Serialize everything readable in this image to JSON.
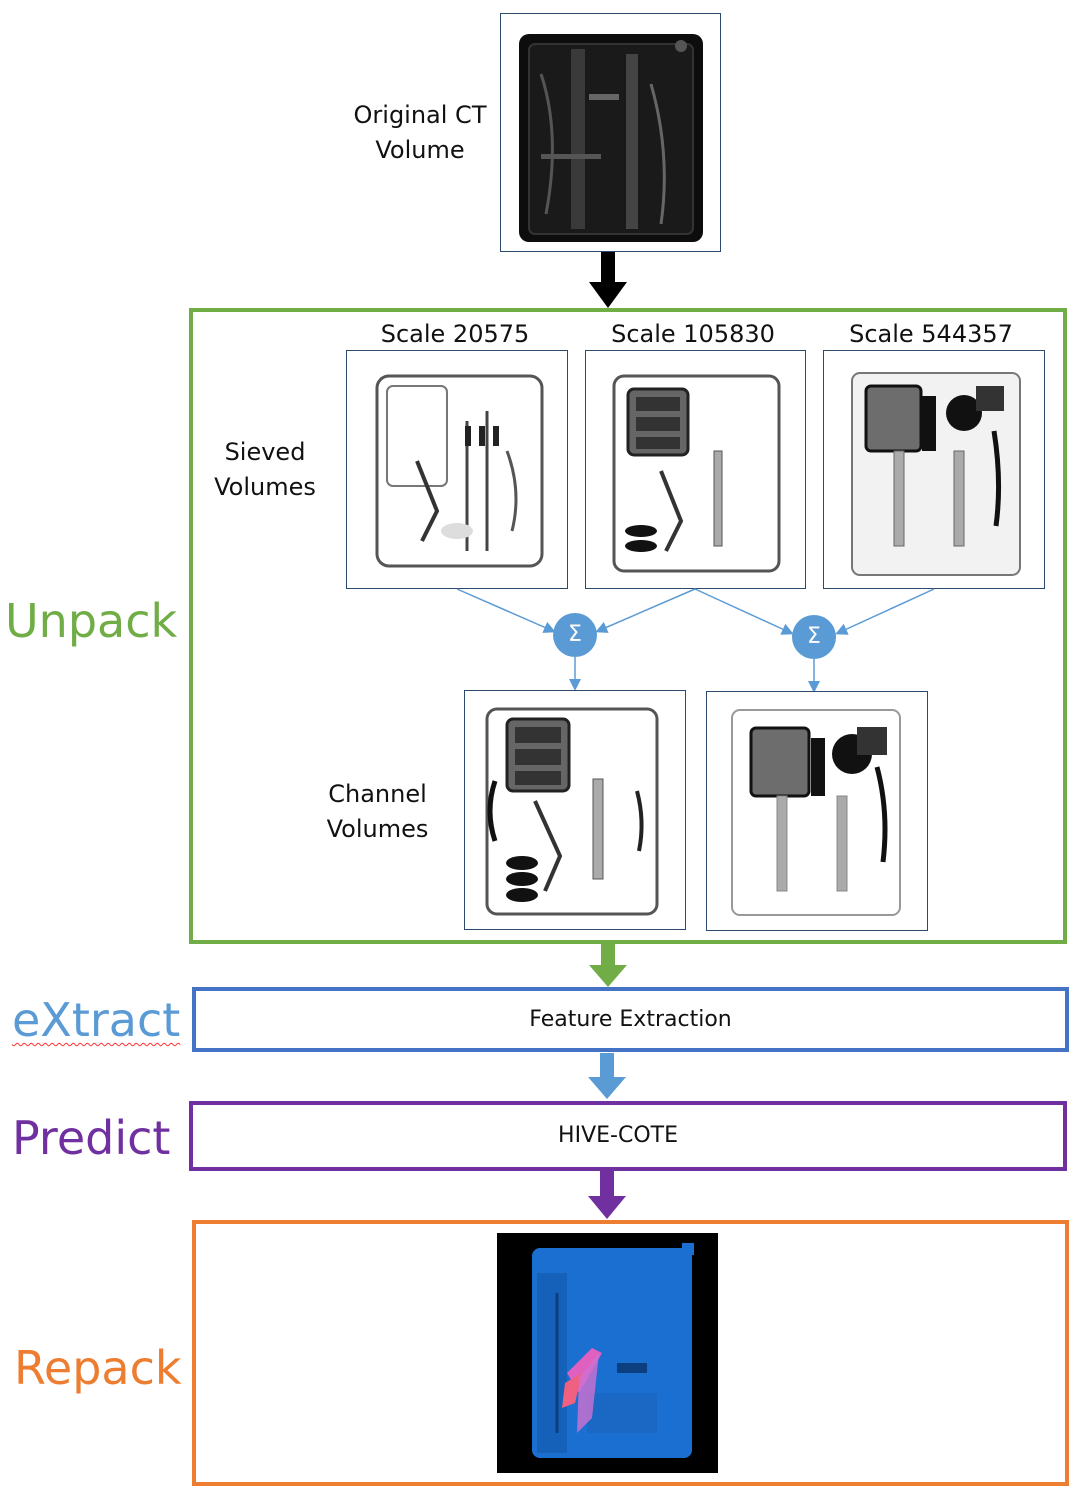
{
  "original": {
    "label_line1": "Original CT",
    "label_line2": "Volume"
  },
  "unpack": {
    "label": "Unpack",
    "sieved_line1": "Sieved",
    "sieved_line2": "Volumes",
    "scales": [
      "Scale 20575",
      "Scale 105830",
      "Scale 544357"
    ],
    "channel_line1": "Channel",
    "channel_line2": "Volumes",
    "sigma_symbol": "Σ"
  },
  "extract": {
    "label": "eXtract",
    "box_text": "Feature Extraction"
  },
  "predict": {
    "label": "Predict",
    "box_text": "HIVE-COTE"
  },
  "repack": {
    "label": "Repack"
  },
  "colors": {
    "unpack": "#70ad47",
    "extract": "#4472c4",
    "extract_label": "#5b9bd5",
    "extract_arrow": "#5b9bd5",
    "predict": "#7030a0",
    "repack": "#ed7d31",
    "arrow_black": "#000000",
    "sigma": "#5b9bd5"
  }
}
